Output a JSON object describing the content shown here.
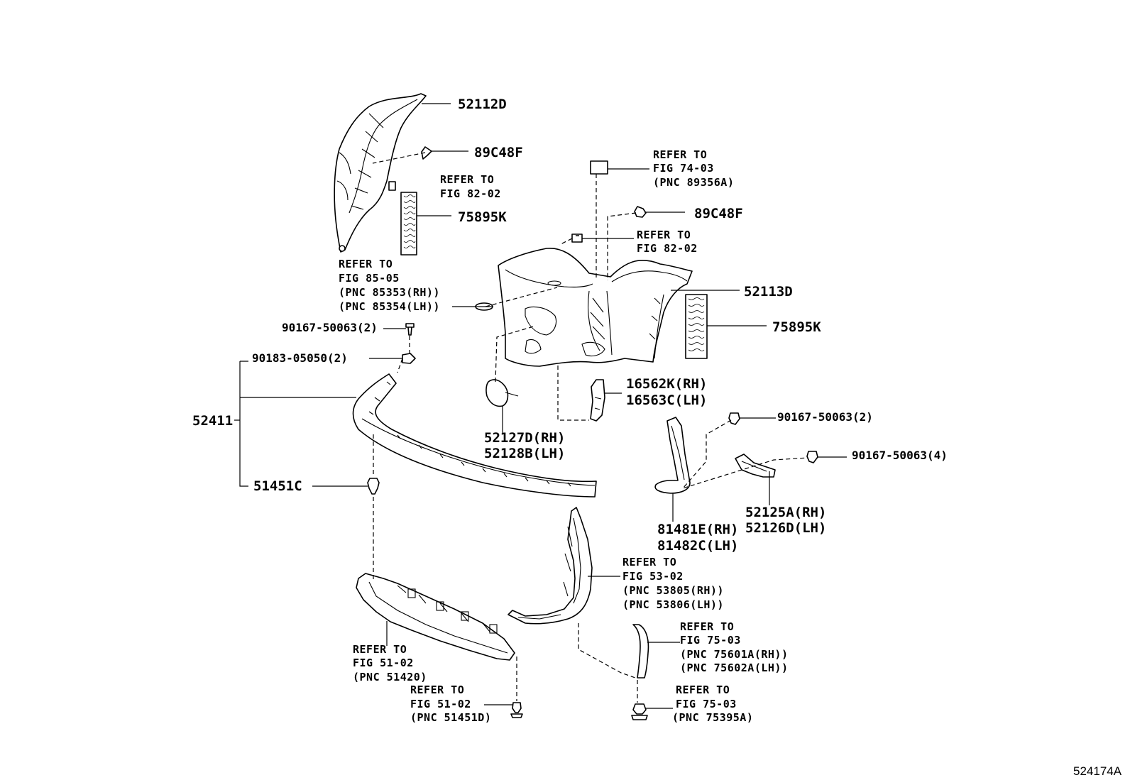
{
  "diagram": {
    "figure_code": "524174A",
    "parts": {
      "p52112D": "52112D",
      "p89C48F_a": "89C48F",
      "p75895K_a": "75895K",
      "p89C48F_b": "89C48F",
      "p52113D": "52113D",
      "p75895K_b": "75895K",
      "p90167_2a": "90167-50063(2)",
      "p90183": "90183-05050(2)",
      "p52411": "52411",
      "p51451C": "51451C",
      "p16562K": "16562K(RH)",
      "p16563C": "16563C(LH)",
      "p52127D": "52127D(RH)",
      "p52128B": "52128B(LH)",
      "p90167_2b": "90167-50063(2)",
      "p90167_4": "90167-50063(4)",
      "p52125A": "52125A(RH)",
      "p52126D": "52126D(LH)",
      "p81481E": "81481E(RH)",
      "p81482C": "81482C(LH)"
    },
    "refs": {
      "r7403": [
        "REFER TO",
        "FIG 74-03",
        "(PNC 89356A)"
      ],
      "r8202a": [
        "REFER TO",
        "FIG 82-02"
      ],
      "r8202b": [
        "REFER TO",
        "FIG 82-02"
      ],
      "r8505": [
        "REFER TO",
        "FIG 85-05",
        "(PNC 85353(RH))",
        "(PNC 85354(LH))"
      ],
      "r5302": [
        "REFER TO",
        "FIG 53-02",
        "(PNC 53805(RH))",
        "(PNC 53806(LH))"
      ],
      "r7503a": [
        "REFER TO",
        "FIG 75-03",
        "(PNC 75601A(RH))",
        "(PNC 75602A(LH))"
      ],
      "r5102a": [
        "REFER TO",
        "FIG 51-02",
        "(PNC 51420)"
      ],
      "r5102b": [
        "REFER TO",
        "FIG 51-02",
        "(PNC 51451D)"
      ],
      "r7503b": [
        "REFER TO",
        "FIG 75-03",
        "(PNC 75395A)"
      ]
    }
  }
}
